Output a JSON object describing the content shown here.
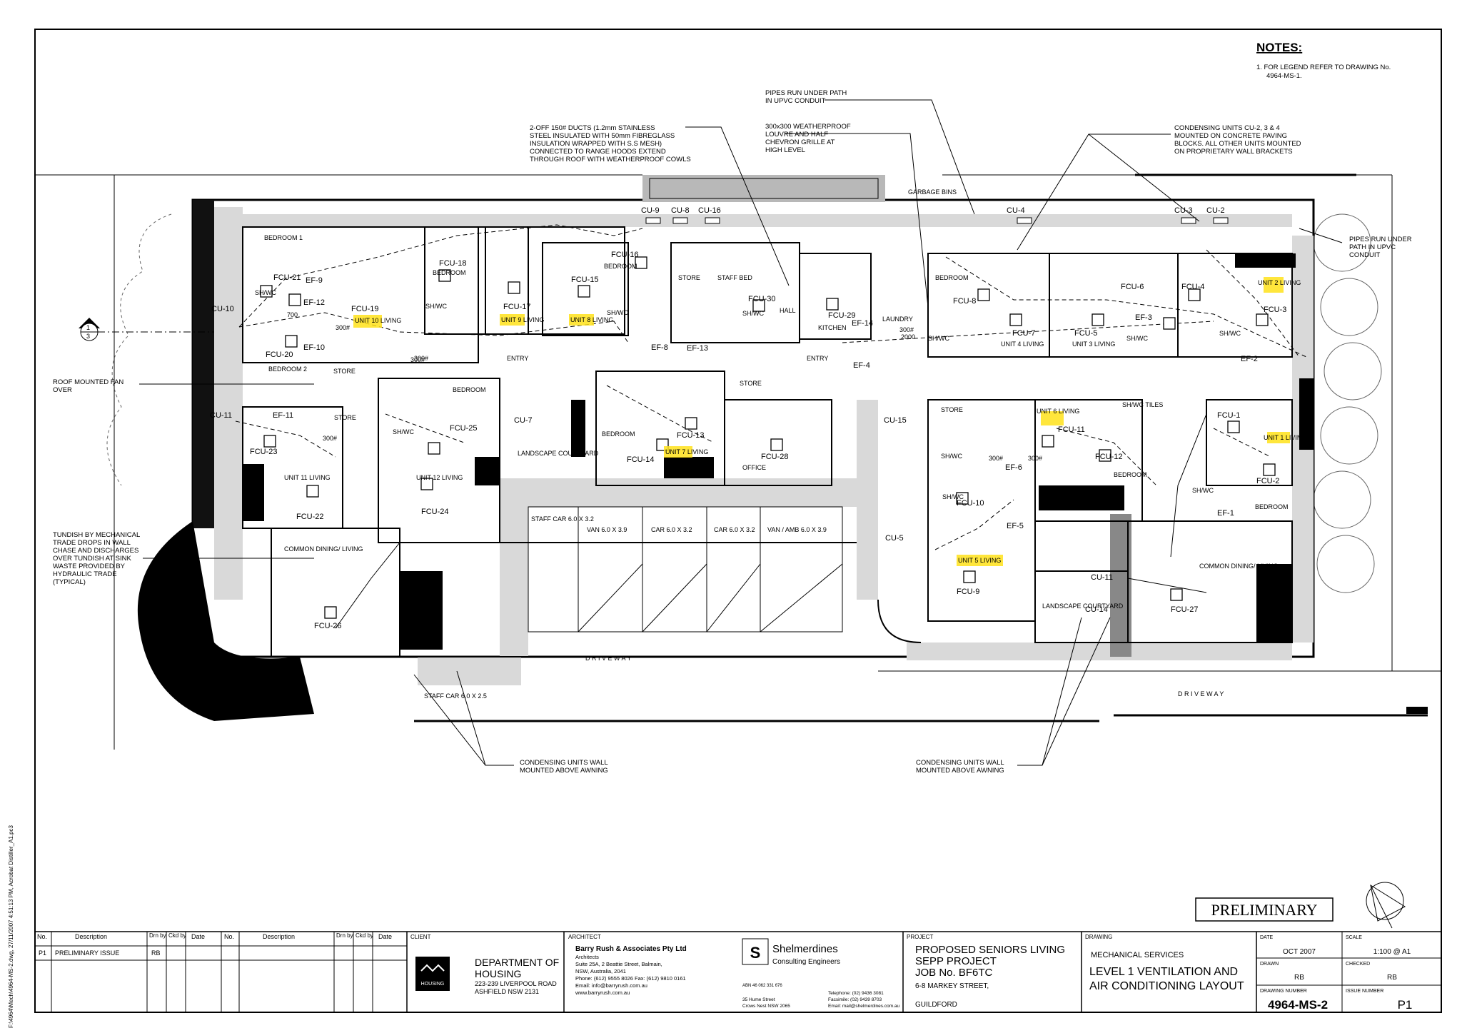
{
  "notes": {
    "title": "NOTES:",
    "items": [
      "1. FOR LEGEND REFER TO DRAWING No.",
      "4964-MS-1."
    ]
  },
  "callouts": {
    "ducts": [
      "2-OFF 150# DUCTS (1.2mm STAINLESS",
      "STEEL INSULATED WITH 50mm FIBREGLASS",
      "INSULATION WRAPPED WITH S.S MESH)",
      "CONNECTED TO RANGE HOODS EXTEND",
      "THROUGH ROOF WITH WEATHERPROOF COWLS"
    ],
    "pipes_upvc": [
      "PIPES RUN UNDER PATH",
      "IN UPVC CONDUIT"
    ],
    "louvre": [
      "300x300 WEATHERPROOF",
      "LOUVRE AND HALF",
      "CHEVRON GRILLE AT",
      "HIGH LEVEL"
    ],
    "condensing_mounted": [
      "CONDENSING UNITS CU-2, 3 & 4",
      "MOUNTED ON CONCRETE PAVING",
      "BLOCKS. ALL OTHER UNITS MOUNTED",
      "ON PROPRIETARY WALL BRACKETS"
    ],
    "pipes_right": [
      "PIPES RUN UNDER",
      "PATH IN UPVC",
      "CONDUIT"
    ],
    "roof_fan": [
      "ROOF MOUNTED FAN",
      "OVER"
    ],
    "tundish": [
      "TUNDISH BY MECHANICAL",
      "TRADE DROPS IN WALL",
      "CHASE AND DISCHARGES",
      "OVER TUNDISH AT SINK",
      "WASTE PROVIDED BY",
      "HYDRAULIC TRADE",
      "(TYPICAL)"
    ],
    "condensing_left": [
      "CONDENSING UNITS WALL",
      "MOUNTED ABOVE AWNING"
    ],
    "condensing_right": [
      "CONDENSING UNITS WALL",
      "MOUNTED ABOVE AWNING"
    ]
  },
  "section_marker": {
    "top": "1",
    "bottom": "3"
  },
  "plan": {
    "cu_labels": [
      "CU-9",
      "CU-8",
      "CU-16",
      "CU-4",
      "CU-3",
      "CU-2",
      "CU-10",
      "CU-11",
      "CU-7",
      "CU-15",
      "CU-5",
      "CU-11",
      "CU-14"
    ],
    "fcu_labels": [
      "FCU-21",
      "FCU-19",
      "FCU-20",
      "FCU-18",
      "FCU-17",
      "FCU-15",
      "FCU-16",
      "FCU-30",
      "FCU-29",
      "FCU-8",
      "FCU-7",
      "FCU-5",
      "FCU-6",
      "FCU-4",
      "FCU-3",
      "FCU-23",
      "FCU-22",
      "FCU-25",
      "FCU-24",
      "FCU-14",
      "FCU-13",
      "FCU-28",
      "FCU-11",
      "FCU-12",
      "FCU-1",
      "FCU-2",
      "FCU-10",
      "FCU-9",
      "FCU-26",
      "FCU-27"
    ],
    "ef_labels": [
      "EF-9",
      "EF-12",
      "EF-10",
      "EF-8",
      "EF-13",
      "EF-14",
      "EF-4",
      "EF-3",
      "EF-2",
      "EF-11",
      "EF-6",
      "EF-5",
      "EF-1"
    ],
    "rooms": [
      "BEDROOM 1",
      "BEDROOM",
      "BEDROOM",
      "SH/WC",
      "SH/WC",
      "SH/WC",
      "SH/WC",
      "STORE",
      "STAFF BED",
      "HALL",
      "KITCHEN",
      "LAUNDRY",
      "BEDROOM",
      "BEDROOM 2",
      "STORE",
      "ENTRY",
      "ENTRY",
      "BEDROOM",
      "BEDROOM",
      "BEDROOM",
      "STORE",
      "STORE",
      "OFFICE",
      "LANDSCAPE COURTYARD",
      "COMMON DINING/ LIVING",
      "STORE",
      "SH/WC",
      "SH/WC",
      "BEDROOM",
      "BEDROOM",
      "COMMON DINING/ LIVING",
      "LANDSCAPE COURTYARD",
      "SH/WC",
      "SH/WC",
      "SH/WC",
      "SH/WC",
      "SH/WC",
      "SH/WC TILES",
      "GARBAGE BINS"
    ],
    "units": [
      "UNIT 10 LIVING",
      "UNIT 9 LIVING",
      "UNIT 8 LIVING",
      "UNIT 4 LIVING",
      "UNIT 3 LIVING",
      "UNIT 2 LIVING",
      "UNIT 11 LIVING",
      "UNIT 12 LIVING",
      "UNIT 7 LIVING",
      "UNIT 6 LIVING",
      "UNIT 1 LIVING",
      "UNIT 5 LIVING"
    ],
    "parking": [
      "STAFF CAR 6.0 X 3.2",
      "VAN 6.0 X 3.9",
      "CAR 6.0 X 3.2",
      "CAR 6.0 X 3.2",
      "VAN / AMB 6.0 X 3.9",
      "STAFF CAR 6.0 X 2.5"
    ],
    "driveway": "D R I V E W A Y",
    "duct_size": "300#",
    "dims": [
      "700",
      "2000"
    ]
  },
  "stamp": "PRELIMINARY",
  "filepath": "F:\\4964\\Mech\\4964-MS-2.dwg, 27/11/2007 4:51:13 PM, Acrobat Distiller_A1.pc3",
  "title_block": {
    "rev_headers": [
      "No.",
      "Description",
      "Drn by",
      "Ckd by",
      "Date"
    ],
    "rev_row": {
      "no": "P1",
      "desc": "PRELIMINARY ISSUE",
      "drn": "RB"
    },
    "client": {
      "label": "CLIENT",
      "name": [
        "DEPARTMENT OF",
        "HOUSING"
      ],
      "address": [
        "223-239 LIVERPOOL ROAD",
        "ASHFIELD NSW 2131"
      ],
      "logo": "HOUSING"
    },
    "architect": {
      "label": "ARCHITECT",
      "name": "Barry Rush & Associates Pty Ltd",
      "lines": [
        "Architects",
        "Suite 25A, 2 Beattie Street, Balmain,",
        "NSW, Australia, 2041",
        "Phone: (612) 9555 8026 Fax: (612) 9810 0161",
        "Email: info@barryrush.com.au",
        "www.barryrush.com.au"
      ]
    },
    "engineer": {
      "name": "Shelmerdines",
      "sub": "Consulting Engineers",
      "abn": "ABN 46 062 331 676",
      "addr": [
        "35 Hume Street",
        "Crows Nest NSW 2065"
      ],
      "contact": [
        "Telephone: (02) 9436 3081",
        "Facsimile: (02) 9439 8703",
        "Email: mail@shelmerdines.com.au"
      ]
    },
    "project": {
      "label": "PROJECT",
      "lines": [
        "PROPOSED SENIORS LIVING",
        "SEPP PROJECT",
        "JOB No. BF6TC"
      ],
      "address": [
        "6-8 MARKEY STREET,",
        "GUILDFORD"
      ]
    },
    "drawing": {
      "label": "DRAWING",
      "discipline": "MECHANICAL SERVICES",
      "title": [
        "LEVEL 1 VENTILATION AND",
        "AIR CONDITIONING LAYOUT"
      ]
    },
    "date": {
      "label": "DATE",
      "value": "OCT 2007"
    },
    "scale": {
      "label": "SCALE",
      "value": "1:100 @ A1"
    },
    "drawn": {
      "label": "DRAWN",
      "value": "RB"
    },
    "checked": {
      "label": "CHECKED",
      "value": "RB"
    },
    "drawing_number": {
      "label": "DRAWING NUMBER",
      "value": "4964-MS-2"
    },
    "issue_number": {
      "label": "ISSUE NUMBER",
      "value": "P1"
    }
  }
}
